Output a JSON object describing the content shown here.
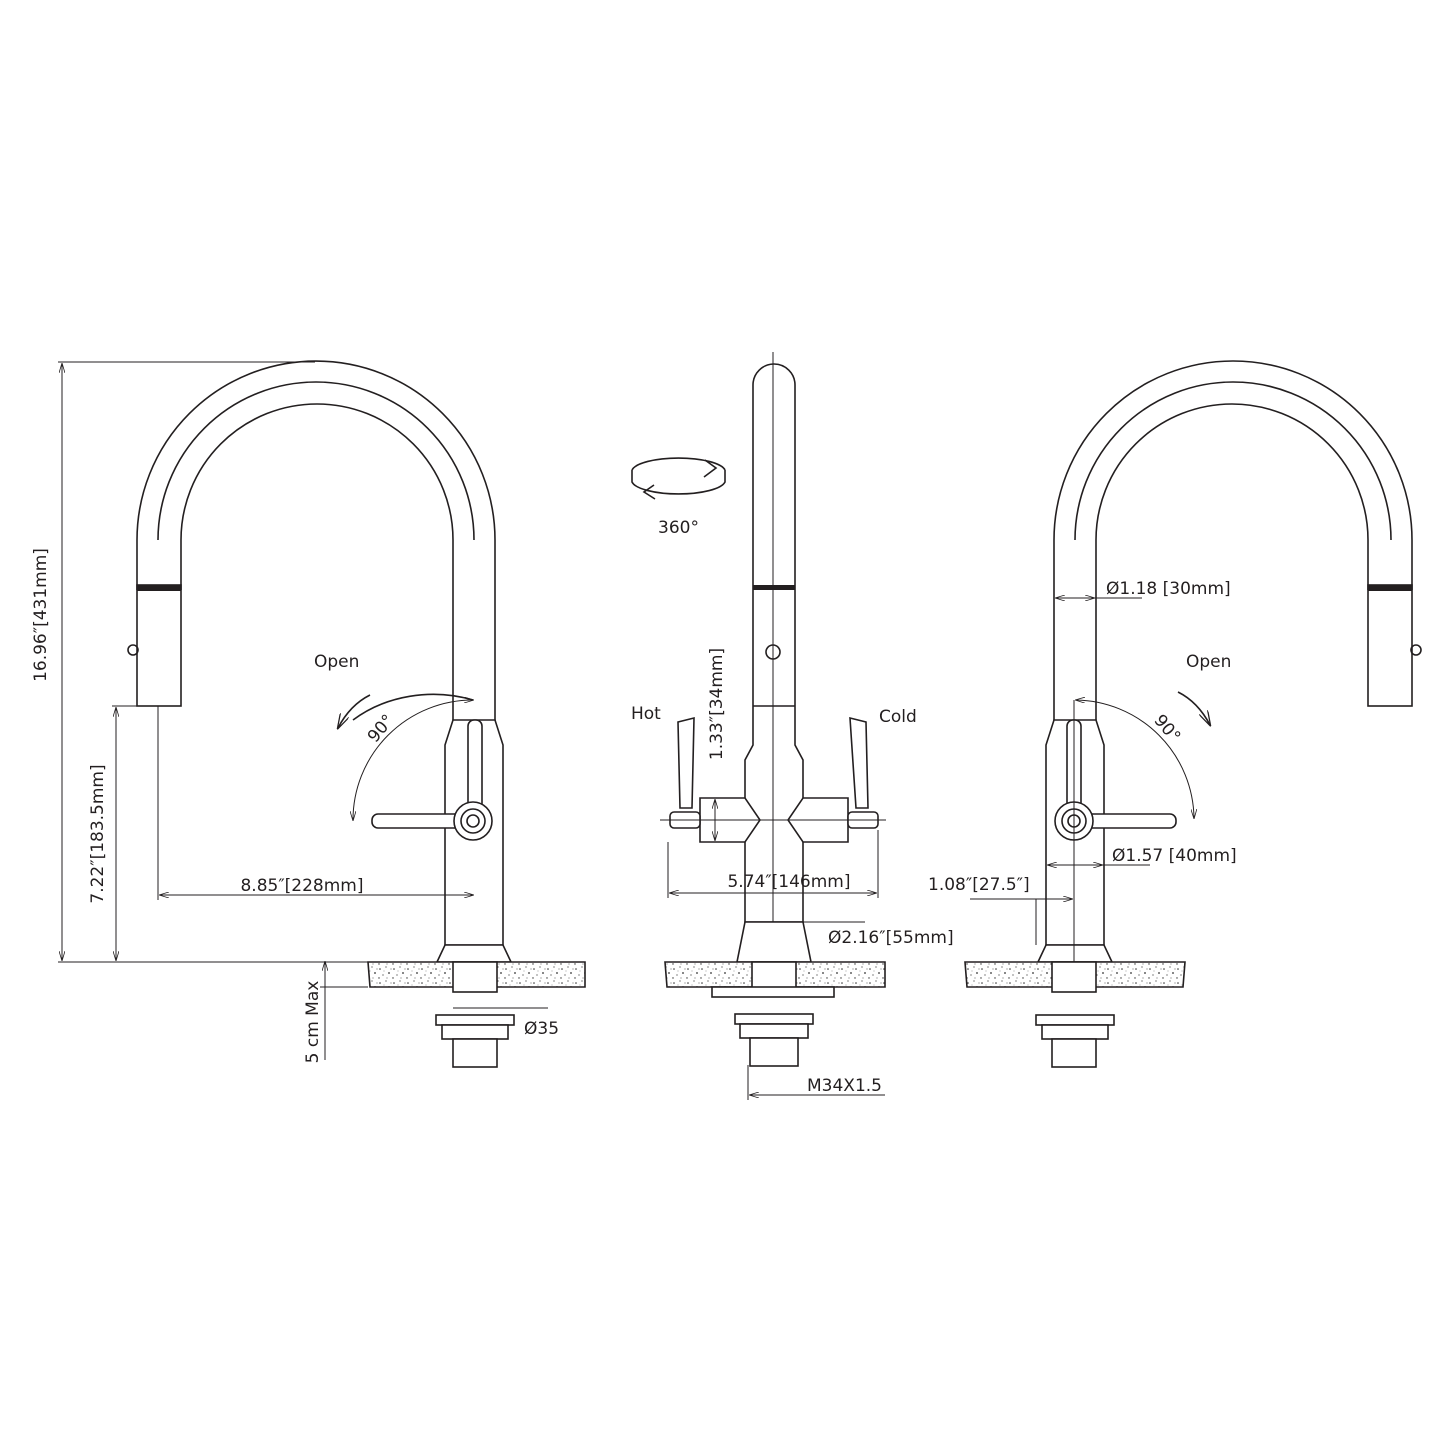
{
  "left_view": {
    "height_total": "16.96″[431mm]",
    "spout_height": "7.22″[183.5mm]",
    "reach": "8.85″[228mm]",
    "open_label": "Open",
    "angle": "90°",
    "counter_thickness": "5 cm Max",
    "hole_diameter": "Ø35"
  },
  "front_view": {
    "rotation": "360°",
    "hot_label": "Hot",
    "cold_label": "Cold",
    "handle_height": "1.33″[34mm]",
    "handle_span": "5.74″[146mm]",
    "base_diameter": "Ø2.16″[55mm]",
    "thread": "M34X1.5"
  },
  "right_view": {
    "spout_diameter": "Ø1.18 [30mm]",
    "open_label": "Open",
    "angle": "90°",
    "body_diameter": "Ø1.57 [40mm]",
    "offset": "1.08″[27.5″]"
  },
  "colors": {
    "line": "#231f20",
    "background": "#ffffff"
  }
}
